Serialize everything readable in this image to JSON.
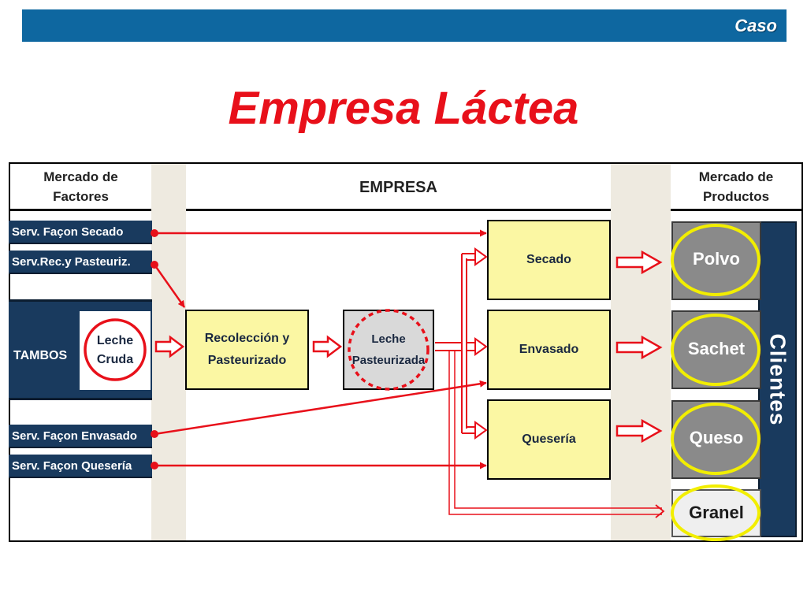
{
  "header": {
    "tag": "Caso"
  },
  "title": "Empresa Láctea",
  "columns": {
    "factores": [
      "Mercado de",
      "Factores"
    ],
    "empresa": "EMPRESA",
    "productos": [
      "Mercado de",
      "Productos"
    ]
  },
  "services": {
    "secado": "Serv. Façon Secado",
    "rec_pasteuriz": "Serv.Rec.y Pasteuriz.",
    "envasado": "Serv. Façon Envasado",
    "queseria": "Serv. Façon Quesería"
  },
  "tambos": {
    "label": "TAMBOS",
    "inner": [
      "Leche",
      "Cruda"
    ]
  },
  "process": {
    "recoleccion": [
      "Recolección y",
      "Pasteurizado"
    ],
    "leche_pasteurizada": [
      "Leche",
      "Pasteurizada"
    ],
    "secado": "Secado",
    "envasado": "Envasado",
    "queseria": "Quesería"
  },
  "products": {
    "polvo": "Polvo",
    "sachet": "Sachet",
    "queso": "Queso",
    "granel": "Granel"
  },
  "clients": "Clientes",
  "colors": {
    "accent_red": "#e8101a",
    "highlight_yellow": "#f2ee00",
    "navy": "#193a5e",
    "topbar_blue": "#0e67a0"
  }
}
